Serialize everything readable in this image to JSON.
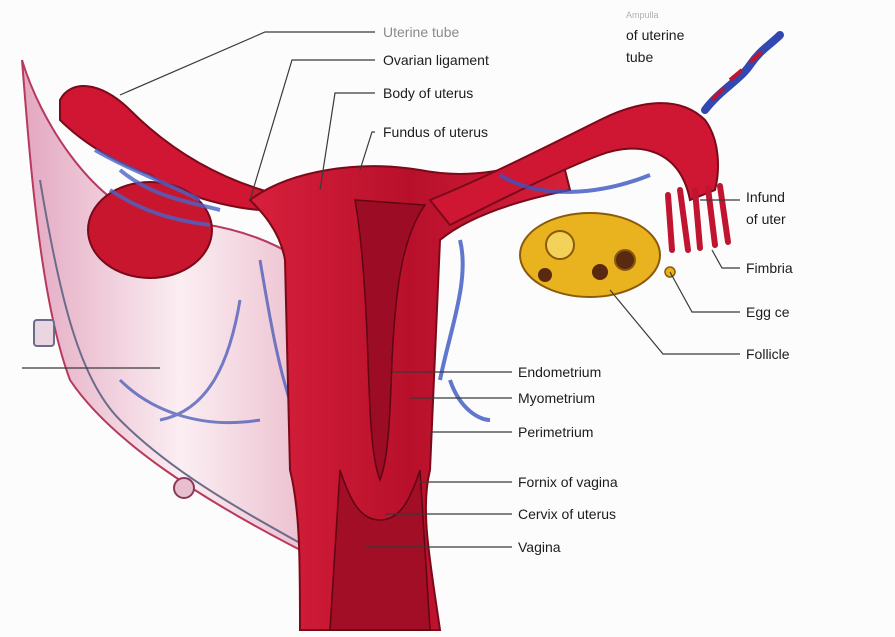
{
  "labels": {
    "uterine_tube": "Uterine tube",
    "ovarian_ligament": "Ovarian ligament",
    "body_of_uterus": "Body of uterus",
    "fundus_of_uterus": "Fundus of uterus",
    "ampulla_partial": "Ampulla",
    "of_uterine_tube_line1": "of uterine",
    "of_uterine_tube_line2": "tube",
    "infundibulum_line1": "Infund",
    "infundibulum_line2": "of uter",
    "fimbriae": "Fimbria",
    "egg_cell": "Egg ce",
    "follicle": "Follicle",
    "endometrium": "Endometrium",
    "myometrium": "Myometrium",
    "perimetrium": "Perimetrium",
    "fornix_of_vagina": "Fornix of vagina",
    "cervix_of_uterus": "Cervix of uterus",
    "vagina": "Vagina"
  },
  "colors": {
    "tissue_red": "#c4122e",
    "tissue_dark": "#7a0a1a",
    "vessel_blue": "#2f47a8",
    "ovary_yellow": "#e9b320",
    "ligament_pink": "#f2c6d3"
  }
}
